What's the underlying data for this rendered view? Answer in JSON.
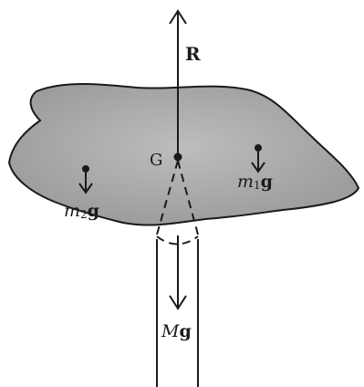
{
  "labels": {
    "reaction": "R",
    "centre": "G",
    "weight1_m": "m",
    "weight1_sub": "1",
    "weight1_g": "g",
    "weight2_m": "m",
    "weight2_sub": "2",
    "weight2_g": "g",
    "total_M": "M",
    "total_g": "g"
  },
  "colors": {
    "body_fill": "#a9a9a9",
    "stroke": "#1a1a1a"
  }
}
